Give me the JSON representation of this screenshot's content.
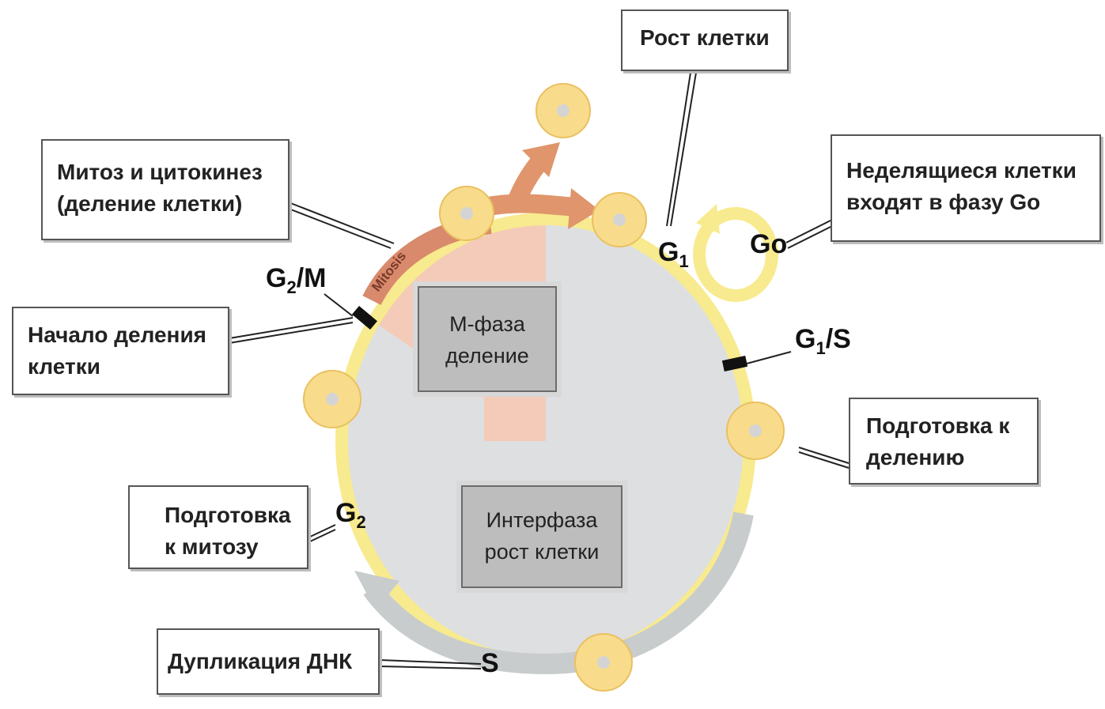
{
  "boxes": {
    "growth": "Рост клетки",
    "mitosis_cytokinesis": [
      "Митоз и цитокинез",
      "(деление клетки)"
    ],
    "go_phase": [
      "Неделящиеся клетки",
      "входят в фазу Go"
    ],
    "division_start": [
      "Начало деления",
      "клетки"
    ],
    "prep_division": [
      "Подготовка к",
      "делению"
    ],
    "prep_mitosis": [
      "Подготовка",
      "к митозу"
    ],
    "dna_duplication": "Дупликация ДНК"
  },
  "center": {
    "m_phase": [
      "М-фаза",
      "деление"
    ],
    "interphase": [
      "Интерфаза",
      "рост клетки"
    ]
  },
  "labels": {
    "g1": "G",
    "g1_sub": "1",
    "go": "Go",
    "g1s": "G",
    "g1s_sub": "1",
    "g1s_suffix": "/S",
    "g2m": "G",
    "g2m_sub": "2",
    "g2m_suffix": "/M",
    "g2": "G",
    "g2_sub": "2",
    "s": "S",
    "mitosis_arc": "Mitosis"
  },
  "colors": {
    "cell_fill": "#f8dc8c",
    "cell_nucleus": "#d4d4d4",
    "ring": "#f8ea8e",
    "s_arrow": "#c8cccc",
    "mitosis_arrow": "#e0956c",
    "interior": "#dedfe1",
    "wedge": "#f4cbb8"
  }
}
